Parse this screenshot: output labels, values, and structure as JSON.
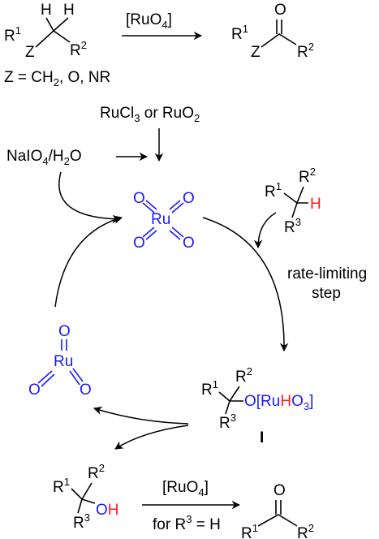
{
  "top_reaction": {
    "reactant": {
      "h1": "H",
      "h2": "H",
      "r1": "R",
      "r1_sup": "1",
      "z": "Z",
      "r2": "R",
      "r2_sup": "2"
    },
    "reagent": "[RuO",
    "reagent_sub": "4",
    "reagent_close": "]",
    "product": {
      "o": "O",
      "r1": "R",
      "r1_sup": "1",
      "z": "Z",
      "r2": "R",
      "r2_sup": "2"
    },
    "z_definition": "Z = CH",
    "z_def_sub": "2",
    "z_def_rest": ", O, NR"
  },
  "cycle": {
    "precursor": "RuCl",
    "precursor_sub": "3",
    "precursor_or": " or RuO",
    "precursor_sub2": "2",
    "oxidant": "NaIO",
    "oxidant_sub": "4",
    "oxidant_rest": "/H",
    "oxidant_sub2": "2",
    "oxidant_o": "O",
    "ruo4": {
      "ru": "Ru",
      "o": "O"
    },
    "substrate": {
      "r1": "R",
      "r1_sup": "1",
      "r2": "R",
      "r2_sup": "2",
      "r3": "R",
      "r3_sup": "3",
      "h": "H"
    },
    "rate_label_line1": "rate-limiting",
    "rate_label_line2": "step",
    "intermediate": {
      "r1": "R",
      "r1_sup": "1",
      "r2": "R",
      "r2_sup": "2",
      "r3": "R",
      "r3_sup": "3",
      "o_bracket": "O[Ru",
      "h": "H",
      "o3": "O",
      "o3_sub": "3",
      "close": "]",
      "label": "I"
    },
    "ruo3": {
      "ru": "Ru",
      "o": "O"
    }
  },
  "bottom_reaction": {
    "alcohol": {
      "r1": "R",
      "r1_sup": "1",
      "r2": "R",
      "r2_sup": "2",
      "r3": "R",
      "r3_sup": "3",
      "o": "O",
      "h": "H"
    },
    "reagent": "[RuO",
    "reagent_sub": "4",
    "reagent_close": "]",
    "condition": "for R",
    "condition_sup": "3",
    "condition_rest": " = H",
    "ketone": {
      "o": "O",
      "r1": "R",
      "r1_sup": "1",
      "r2": "R",
      "r2_sup": "2"
    }
  }
}
